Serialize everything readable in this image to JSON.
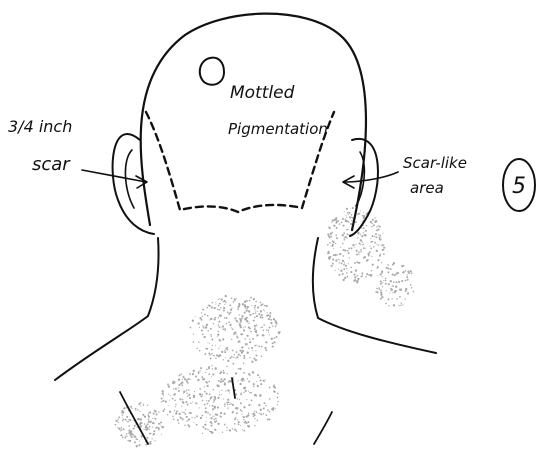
{
  "annotations": {
    "left_measure": "3/4 inch",
    "left_label": "scar",
    "top_label_line1": "Mottled",
    "top_label_line2": "Pigmentation",
    "right_label_line1": "Scar-like",
    "right_label_line2": "area",
    "figure_number": "5"
  },
  "colors": {
    "ink": "#111111",
    "speckle": "#a8a8a8",
    "background": "#ffffff"
  }
}
